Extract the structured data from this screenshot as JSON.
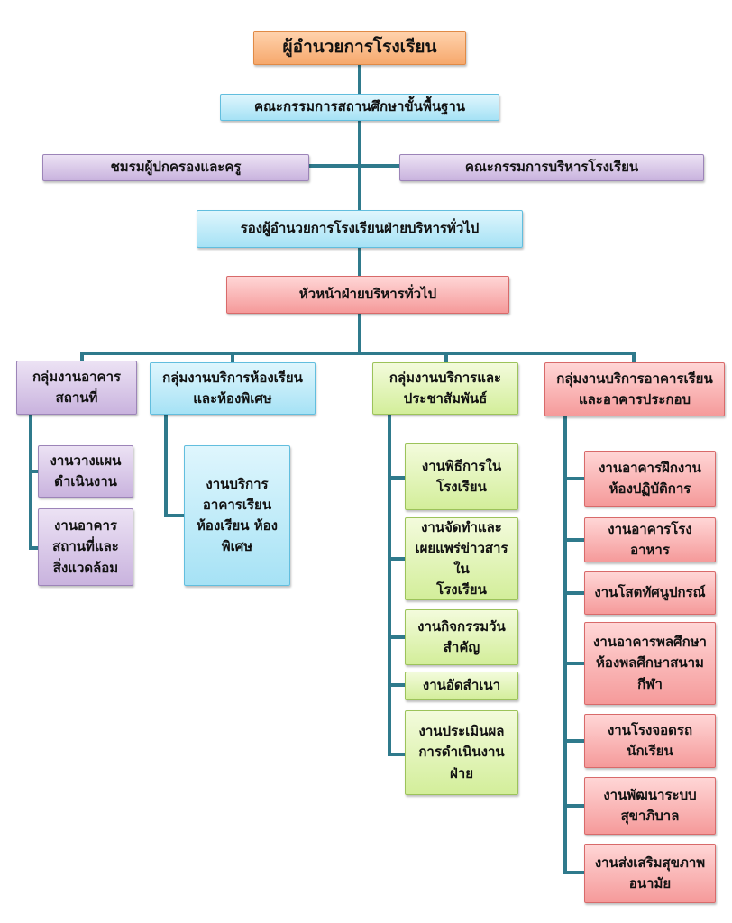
{
  "colors": {
    "line": "#2f7a8c",
    "orange": "#f6a86c",
    "blue": "#a6e2f5",
    "purple": "#c9b3de",
    "red": "#f59a9a",
    "green": "#d3ee9a"
  },
  "top": {
    "director": "ผู้อำนวยการโรงเรียน",
    "basic_board": "คณะกรรมการสถานศึกษาขั้นพื้นฐาน",
    "parents_club": "ชมรมผู้ปกครองและครู",
    "admin_board": "คณะกรรมการบริหารโรงเรียน",
    "deputy": "รองผู้อำนวยการโรงเรียนฝ่ายบริหารทั่วไป",
    "head": "หัวหน้าฝ่ายบริหารทั่วไป"
  },
  "groups": [
    {
      "title": "กลุ่มงานอาคาร\nสถานที่",
      "items": [
        "งานวางแผน\nดำเนินงาน",
        "งานอาคาร\nสถานที่และ\nสิ่งแวดล้อม"
      ]
    },
    {
      "title": "กลุ่มงานบริการห้องเรียน\nและห้องพิเศษ",
      "items": [
        "งานบริการ\nอาคารเรียน\nห้องเรียน ห้อง\nพิเศษ"
      ]
    },
    {
      "title": "กลุ่มงานบริการและ\nประชาสัมพันธ์",
      "items": [
        "งานพิธีการใน\nโรงเรียน",
        "งานจัดทำและ\nเผยแพร่ข่าวสารใน\nโรงเรียน",
        "งานกิจกรรมวัน\nสำคัญ",
        "งานอัดสำเนา",
        "งานประเมินผล\nการดำเนินงาน\nฝ่าย"
      ]
    },
    {
      "title": "กลุ่มงานบริการอาคารเรียน\nและอาคารประกอบ",
      "items": [
        "งานอาคารฝึกงาน\nห้องปฏิบัติการ",
        "งานอาคารโรงอาหาร",
        "งานโสตทัศนูปกรณ์",
        "งานอาคารพลศึกษา\nห้องพลศึกษาสนาม\nกีฬา",
        "งานโรงจอดรถ\nนักเรียน",
        "งานพัฒนาระบบ\nสุขาภิบาล",
        "งานส่งเสริมสุขภาพ\nอนามัย"
      ]
    }
  ]
}
